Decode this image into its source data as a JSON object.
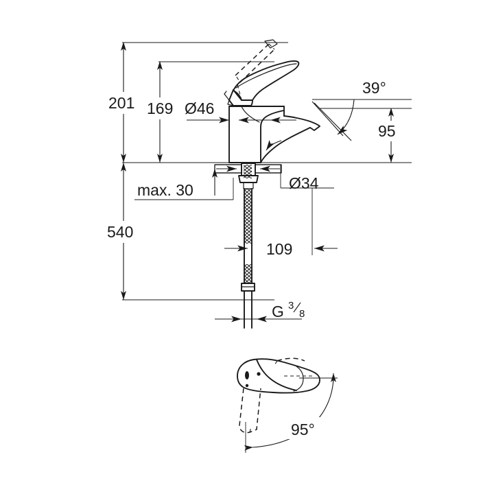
{
  "drawing": {
    "type": "technical-dimension-drawing",
    "subject": "single-lever basin mixer tap",
    "units": "mm",
    "line_color": "#1a1a1a",
    "background_color": "#ffffff",
    "views": [
      {
        "id": "front-elevation",
        "name": "front elevation with dimensions"
      },
      {
        "id": "lever-top-view",
        "name": "lever swivel range detail"
      }
    ]
  },
  "dimensions": {
    "overall_height": "201",
    "spout_height": "169",
    "body_diameter": "Ø46",
    "base_diameter": "Ø34",
    "projection": "95",
    "spout_angle": "39°",
    "max_deck_thickness": "max. 30",
    "tail_length": "540",
    "hose_reach": "109",
    "thread_label": "G",
    "thread_numerator": "3",
    "thread_denominator": "8",
    "lever_swivel_angle": "95°"
  }
}
